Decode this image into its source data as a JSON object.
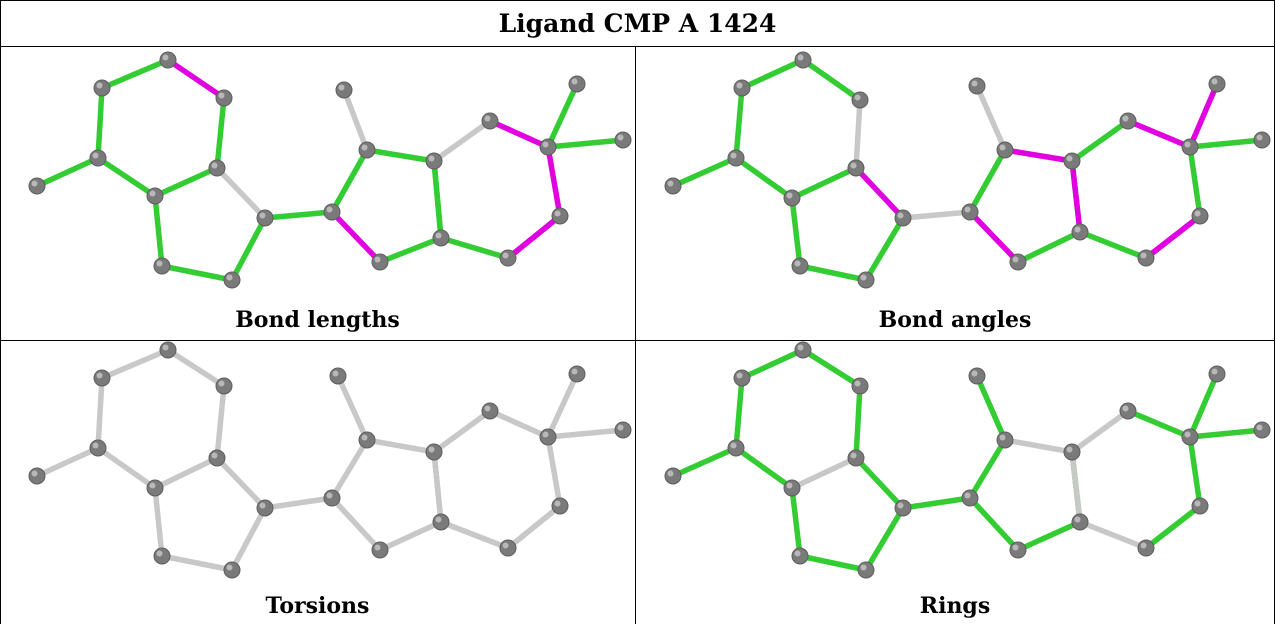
{
  "title": "Ligand CMP A 1424",
  "colors": {
    "ok": "#33cc33",
    "outlier": "#e000e0",
    "none": "#c8c8c8",
    "atom": "#7a7a7a"
  },
  "panels": [
    {
      "caption": "Bond lengths",
      "bond_colors": [
        "ok",
        "ok",
        "outlier",
        "ok",
        "ok",
        "ok",
        "ok",
        "ok",
        "ok",
        "ok",
        "none",
        "ok",
        "none",
        "ok",
        "ok",
        "none",
        "ok",
        "outlier",
        "outlier",
        "outlier",
        "ok",
        "ok",
        "outlier",
        "ok",
        "ok",
        "outlier",
        "ok"
      ]
    },
    {
      "caption": "Bond angles",
      "bond_colors": [
        "ok",
        "ok",
        "ok",
        "none",
        "ok",
        "ok",
        "ok",
        "ok",
        "ok",
        "ok",
        "outlier",
        "none",
        "none",
        "outlier",
        "ok",
        "ok",
        "ok",
        "outlier",
        "ok",
        "outlier",
        "outlier",
        "ok",
        "outlier",
        "ok",
        "ok",
        "outlier",
        "outlier"
      ]
    },
    {
      "caption": "Torsions",
      "bond_colors": [
        "none",
        "none",
        "none",
        "none",
        "none",
        "none",
        "none",
        "none",
        "none",
        "none",
        "none",
        "none",
        "none",
        "none",
        "none",
        "none",
        "none",
        "none",
        "none",
        "none",
        "none",
        "none",
        "none",
        "none",
        "none",
        "none",
        "none"
      ]
    },
    {
      "caption": "Rings",
      "bond_colors": [
        "ok",
        "ok",
        "ok",
        "ok",
        "ok",
        "ok",
        "none",
        "ok",
        "ok",
        "ok",
        "ok",
        "ok",
        "ok",
        "none",
        "ok",
        "none",
        "ok",
        "ok",
        "ok",
        "ok",
        "ok",
        "ok",
        "ok",
        "ok",
        "none",
        "ok",
        "none"
      ]
    }
  ]
}
